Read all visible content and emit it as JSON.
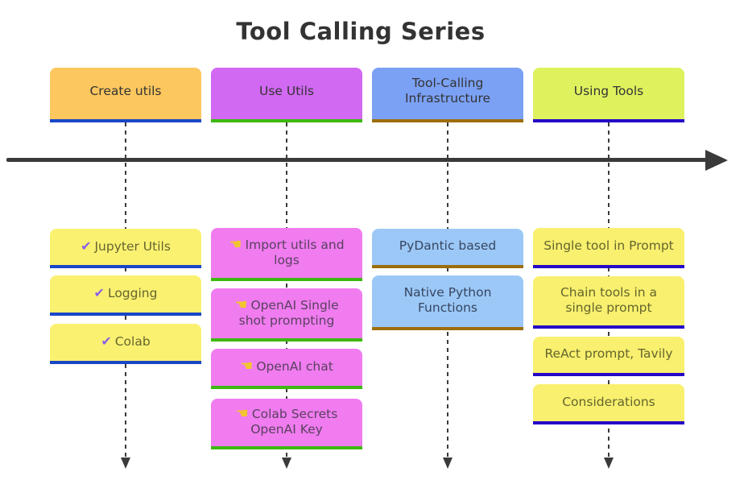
{
  "title": "Tool Calling Series",
  "colors": {
    "background": "#FFFFFF",
    "title_text": "#333333",
    "axis_arrow": "#3A3A3A",
    "guide_line": "#3B3B3B",
    "check_icon": "#8A5FEA",
    "hand_icon": "#F2C52E",
    "section1_header_bg": "#FCC75E",
    "section1_accent": "#1A46C8",
    "section1_item_bg": "#FAF171",
    "section1_item_text": "#65652F",
    "section2_header_bg": "#D169F2",
    "section2_accent": "#3DB811",
    "section2_item_bg": "#F07CF0",
    "section2_item_text": "#5A415F",
    "section3_header_bg": "#7BA1F5",
    "section3_accent": "#9C6E0A",
    "section3_item_bg": "#9CC8F7",
    "section3_item_text": "#374660",
    "section4_header_bg": "#DFF25E",
    "section4_accent": "#2508C7",
    "section4_item_bg": "#F8F06E",
    "section4_item_text": "#65652F"
  },
  "icons": {
    "check_glyph": "✔",
    "point_left_glyph": "☚"
  },
  "sections": [
    {
      "label": "Create utils",
      "items": [
        {
          "icon": "check-icon",
          "text": "Jupyter Utils"
        },
        {
          "icon": "check-icon",
          "text": "Logging"
        },
        {
          "icon": "check-icon",
          "text": "Colab"
        }
      ]
    },
    {
      "label": "Use Utils",
      "items": [
        {
          "icon": "point-left-icon",
          "text": "Import utils and logs"
        },
        {
          "icon": "point-left-icon",
          "text": "OpenAI Single shot prompting"
        },
        {
          "icon": "point-left-icon",
          "text": "OpenAI chat"
        },
        {
          "icon": "point-left-icon",
          "text": "Colab Secrets OpenAI Key"
        }
      ]
    },
    {
      "label": "Tool-Calling Infrastructure",
      "items": [
        {
          "icon": "",
          "text": "PyDantic based"
        },
        {
          "icon": "",
          "text": "Native Python Functions"
        }
      ]
    },
    {
      "label": "Using Tools",
      "items": [
        {
          "icon": "",
          "text": "Single tool in Prompt"
        },
        {
          "icon": "",
          "text": "Chain tools in a single prompt"
        },
        {
          "icon": "",
          "text": "ReAct prompt, Tavily"
        },
        {
          "icon": "",
          "text": "Considerations"
        }
      ]
    }
  ]
}
